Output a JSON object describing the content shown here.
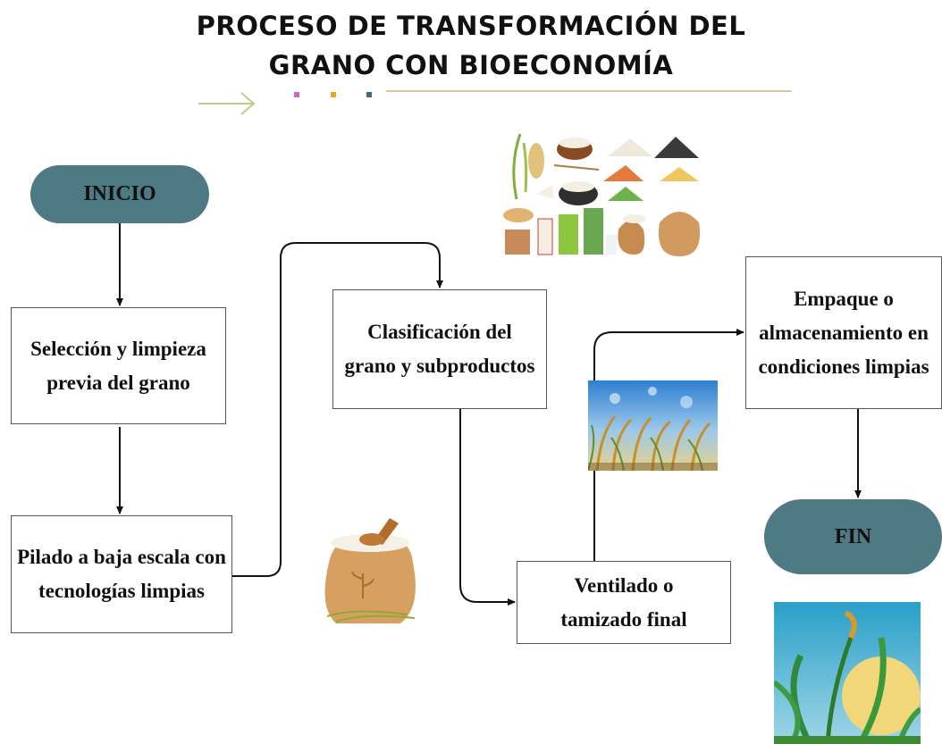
{
  "header": {
    "title_line1": "PROCESO DE TRANSFORMACIÓN DEL",
    "title_line2": "GRANO CON BIOECONOMÍA"
  },
  "nodes": {
    "start": "INICIO",
    "step1": "Selección y limpieza previa del grano",
    "step2": "Pilado a baja escala con tecnologías limpias",
    "step3": "Clasificación del grano y subproductos",
    "step4": "Ventilado o tamizado final",
    "step5": "Empaque o almacenamiento en condiciones limpias",
    "end": "FIN"
  },
  "colors": {
    "terminal_fill": "#4f7a85",
    "dot_pink": "#cc66cc",
    "dot_orange": "#f0a030",
    "dot_teal": "#3d6e78",
    "arrow_green": "#b7cf86",
    "rule_tan": "#c9b08a"
  },
  "icons": {
    "decor_arrow": "arrow-right-icon",
    "grain_products": "grain-products-illustration",
    "rice_field": "rice-field-illustration",
    "rice_sack": "rice-sack-illustration",
    "rice_plant": "rice-plant-illustration"
  }
}
